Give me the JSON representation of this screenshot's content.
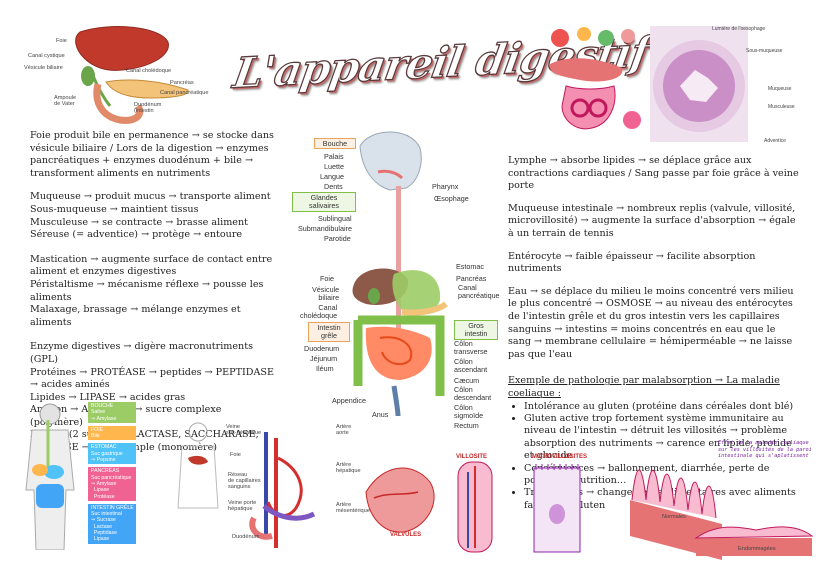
{
  "title": "L'appareil digestif",
  "liver_labels": {
    "foie": "Foie",
    "canal_cystique": "Canal cystique",
    "vesicule": "Vésicule biliaire",
    "canal_choledoque": "Canal cholédoque",
    "pancreas": "Pancréas",
    "canal_pancreatique": "Canal pancréatique",
    "ampoule": "Ampoule\nde Vater",
    "duodenum": "Duodénum\n(intestin"
  },
  "left_text": {
    "p1": "Foie produit bile en permanence → se stocke dans vésicule biliaire / Lors de la digestion → enzymes pancréatiques + enzymes duodénum + bile → transforment aliments en nutriments",
    "p2": [
      "Muqueuse → produit mucus → transporte aliment",
      "Sous-muqueuse → maintient tissus",
      "Musculeuse → se contracte → brasse aliment",
      "Séreuse (= adventice) → protège → entoure"
    ],
    "p3": [
      "Mastication → augmente surface de contact entre aliment et enzymes digestives",
      "Péristaltisme → mécanisme réflexe → pousse les aliments",
      "Malaxage, brassage → mélange enzymes et aliments"
    ],
    "p4": [
      "Enzyme digestives → digère macronutriments (GPL)",
      "Protéines → PROTÉASE → peptides → PEPTIDASE → acides aminés",
      "Lipides → LIPASE → acides gras",
      "Amidon → AMYLASE → sucre complexe (polymère)",
      "Dimère (2 sucres) → LACTASE, SACCHARASE, MALTASE → sucre simple (monomère)"
    ]
  },
  "center_diagram": {
    "bouche": "Bouche",
    "palais": "Palais",
    "luette": "Luette",
    "langue": "Langue",
    "dents": "Dents",
    "pharynx": "Pharynx",
    "oesophage": "Œsophage",
    "glandes": "Glandes\nsalivaires",
    "sublingual": "Sublingual",
    "submandibulaire": "Submandibulaire",
    "parotide": "Parotide",
    "foie": "Foie",
    "vesicule": "Vésicule\nbiliaire",
    "canal_choledoque": "Canal\ncholédoque",
    "estomac": "Estomac",
    "pancreas": "Pancréas",
    "canal_pancreatique": "Canal\npancréatique",
    "intestin_grele": "Intestin\ngrêle",
    "duodenum": "Duodenum",
    "jejunum": "Jéjunum",
    "ileum": "Iléum",
    "gros_intestin": "Gros\nintestin",
    "colon_transverse": "Côlon\ntransverse",
    "colon_ascendant": "Côlon\nascendant",
    "caecum": "Cæcum",
    "colon_descendant": "Côlon\ndescendant",
    "colon_sigmoide": "Côlon\nsigmoïde",
    "rectum": "Rectum",
    "appendice": "Appendice",
    "anus": "Anus"
  },
  "right_text": {
    "p1": "Lymphe → absorbe lipides → se déplace grâce aux contractions cardiaques / Sang passe par foie grâce à veine porte",
    "p2": "Muqueuse intestinale → nombreux replis (valvule, villosité, microvillosité) → augmente la surface d'absorption → égale à un terrain de tennis",
    "p3": "Entérocyte → faible épaisseur → facilite absorption nutriments",
    "p4": "Eau → se déplace du milieu le moins concentré vers milieu le plus concentré → OSMOSE → au niveau des entérocytes de l'intestin grêle et du gros intestin vers les capillaires sanguins → intestins = moins concentrés en eau que le sang → membrane cellulaire = hémiperméable → ne laisse pas que l'eau",
    "patho_title": "Exemple de pathologie par malabsorption → La maladie coeliaque :",
    "bullets": [
      "Intolérance au gluten (protéine dans céréales dont blé)",
      "Gluten active trop fortement système immunitaire au niveau de l'intestin → détruit les villosités → problème absorption des nutriments → carence en lipide, protide et glucide",
      "Conséquences → ballonnement, diarrhée, perte de poids, malnutrition…",
      "Traitements → changements alimentaires avec aliments faibles en gluten"
    ]
  },
  "section_labels": {
    "lumiere": "Lumière de l'oesophage",
    "sous_muqueuse": "Sous-muqueuse",
    "muqueuse": "Muqueuse",
    "musculeuse": "Musculeuse",
    "adventice": "Adventice"
  },
  "body_legend": [
    {
      "head": "BOUCHE",
      "sub": "Salive\n⇒ Amylase",
      "color": "#9ccc65"
    },
    {
      "head": "FOIE",
      "sub": "Bile",
      "color": "#ffb74d"
    },
    {
      "head": "ESTOMAC",
      "sub": "Suc gastrique\n⇒ Pepsine",
      "color": "#4fc3f7"
    },
    {
      "head": "PANCRÉAS",
      "sub": "Suc pancréatique\n⇒ Amylase\n  Lipase\n  Protéase",
      "color": "#f06292"
    },
    {
      "head": "INTESTIN GRÊLE",
      "sub": "Suc intestinal\n⇒ Sucrase\n  Lactase\n  Peptidase\n  Lipase",
      "color": "#42a5f5"
    }
  ],
  "portal_labels": {
    "veine_sus": "Veine\nsus-hépatique",
    "artere_aorte": "Artère\naorte",
    "foie": "Foie",
    "artere_hepatique": "Artère\nhépatique",
    "reseau": "Réseau\nde capillaires\nsanguins",
    "veine_porte": "Veine porte\nhépatique",
    "artere_mesenterique": "Artère\nmésentérique",
    "duodenum": "Duodénum"
  },
  "villi": {
    "villosite": "VILLOSITE",
    "microvillosites": "MICROVILLOSITES",
    "valvules": "VALVULES"
  },
  "celiac": {
    "caption": "Effet de la maladie coeliaque sur les villosités de la paroi intestinale qui s'aplatissent",
    "normales": "Normales",
    "endommagees": "Endommagées"
  }
}
